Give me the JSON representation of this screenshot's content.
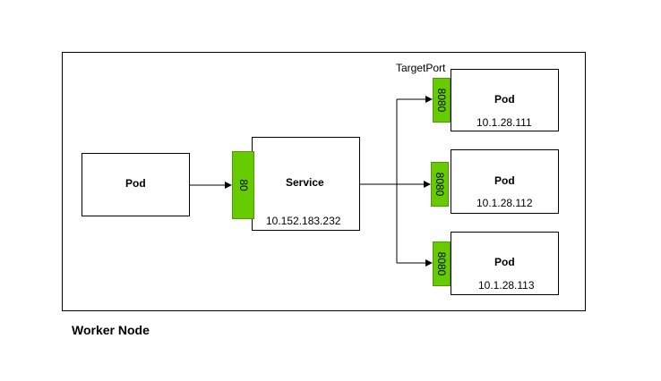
{
  "node": {
    "label": "Worker Node"
  },
  "client_pod": {
    "label": "Pod"
  },
  "service": {
    "label": "Service",
    "ip": "10.152.183.232",
    "port": "80"
  },
  "target_port_label": "TargetPort",
  "pods": [
    {
      "label": "Pod",
      "ip": "10.1.28.111",
      "port": "8080"
    },
    {
      "label": "Pod",
      "ip": "10.1.28.112",
      "port": "8080"
    },
    {
      "label": "Pod",
      "ip": "10.1.28.113",
      "port": "8080"
    }
  ],
  "colors": {
    "port_fill": "#66cc00",
    "line": "#000000"
  }
}
